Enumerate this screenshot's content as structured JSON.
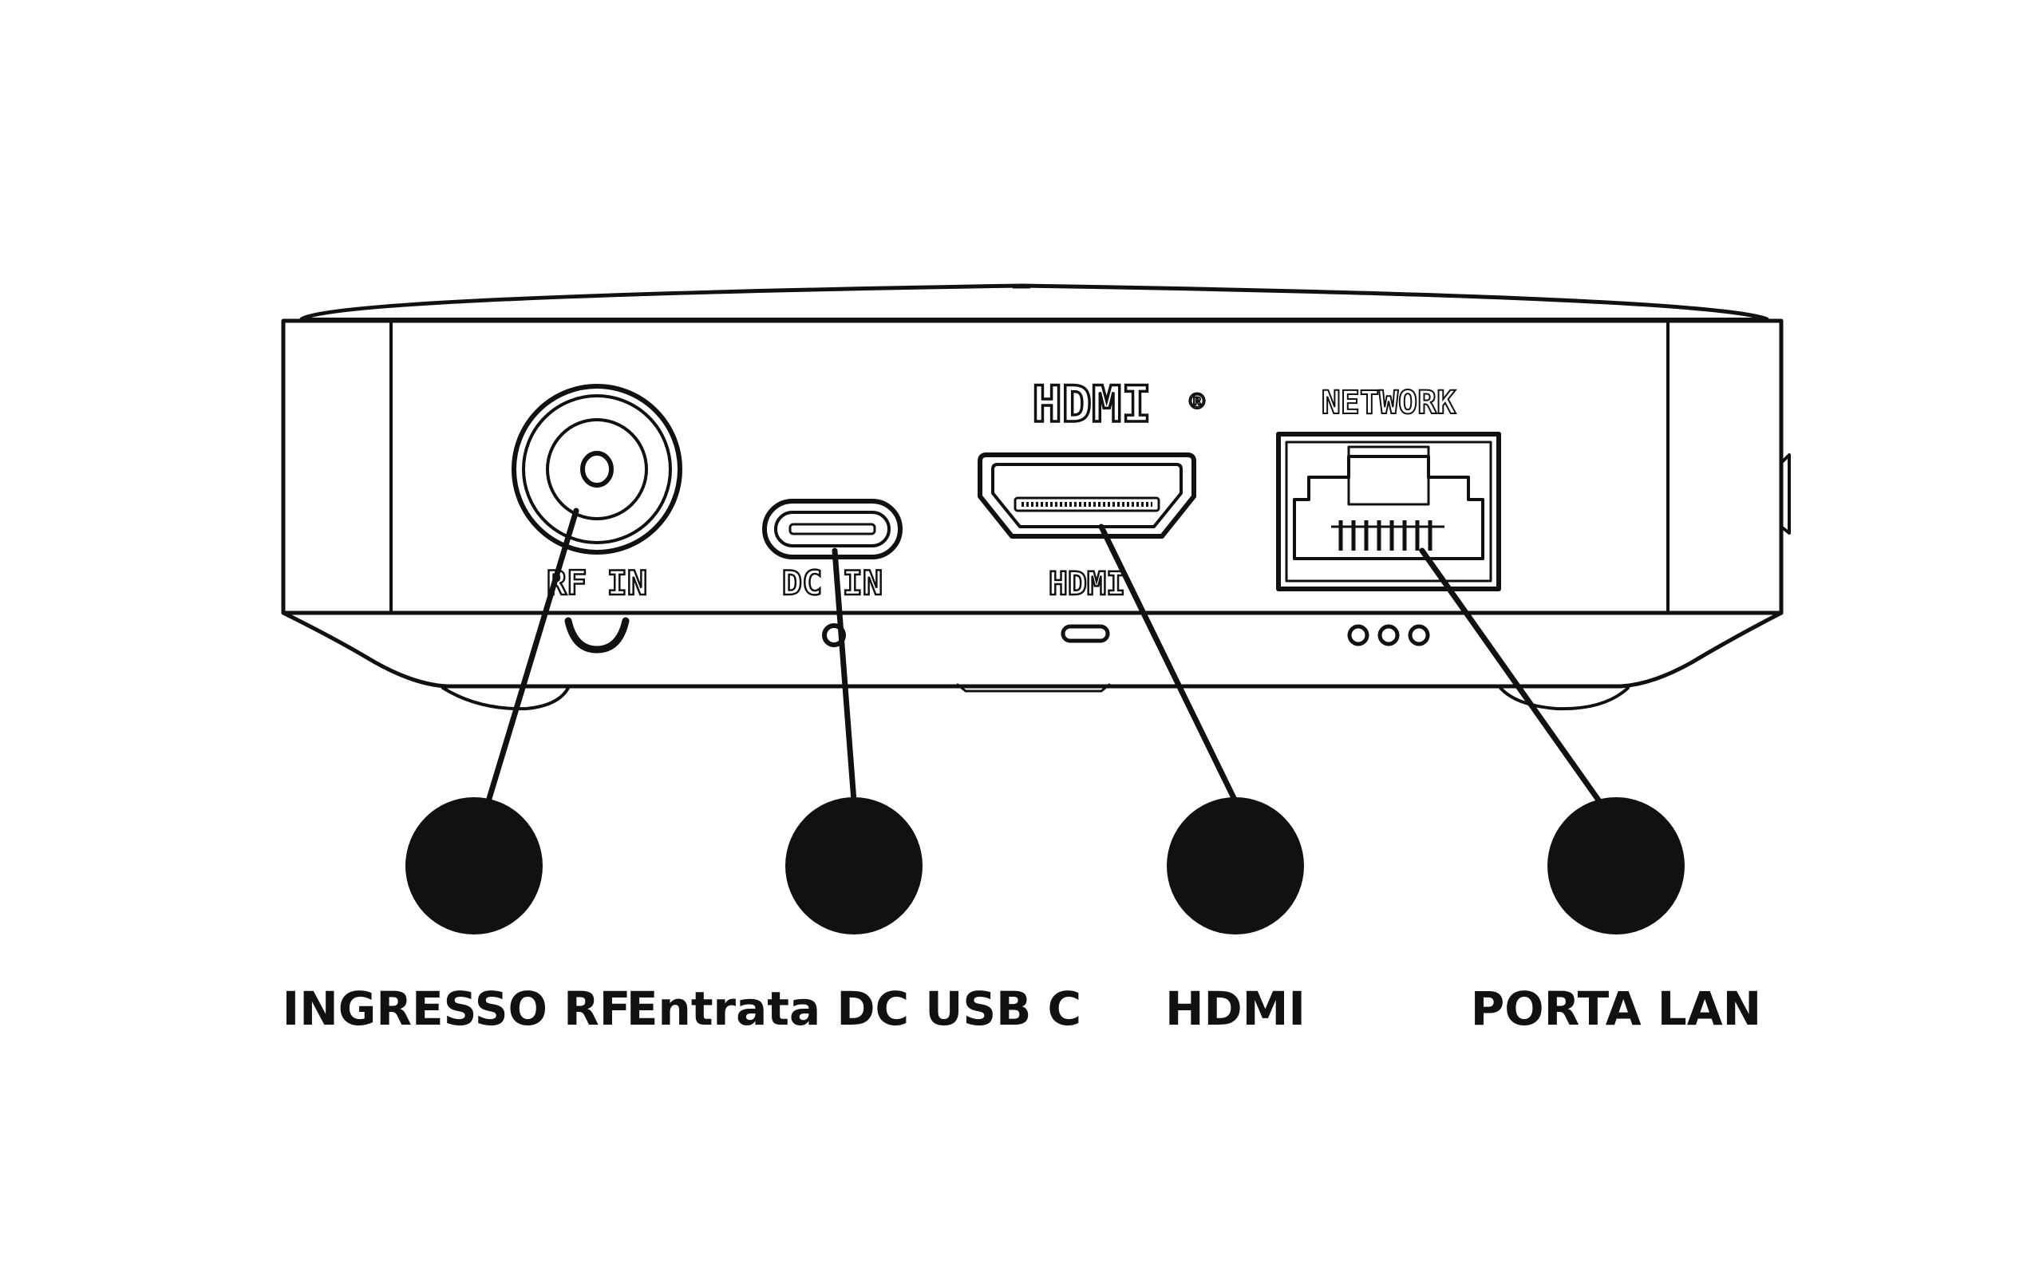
{
  "device": {
    "port_labels": {
      "rf": "RF IN",
      "dc": "DC IN",
      "hdmi_logo": "HDMI",
      "hdmi_logo_mark": "®",
      "hdmi_under": "HDMI",
      "network": "NETWORK"
    }
  },
  "callouts": [
    {
      "id": "rf",
      "caption": "INGRESSO RF"
    },
    {
      "id": "dc",
      "caption": "Entrata DC USB C"
    },
    {
      "id": "hdmi",
      "caption": "HDMI"
    },
    {
      "id": "lan",
      "caption": "PORTA LAN"
    }
  ],
  "colors": {
    "ink": "#111111",
    "background": "#ffffff"
  }
}
